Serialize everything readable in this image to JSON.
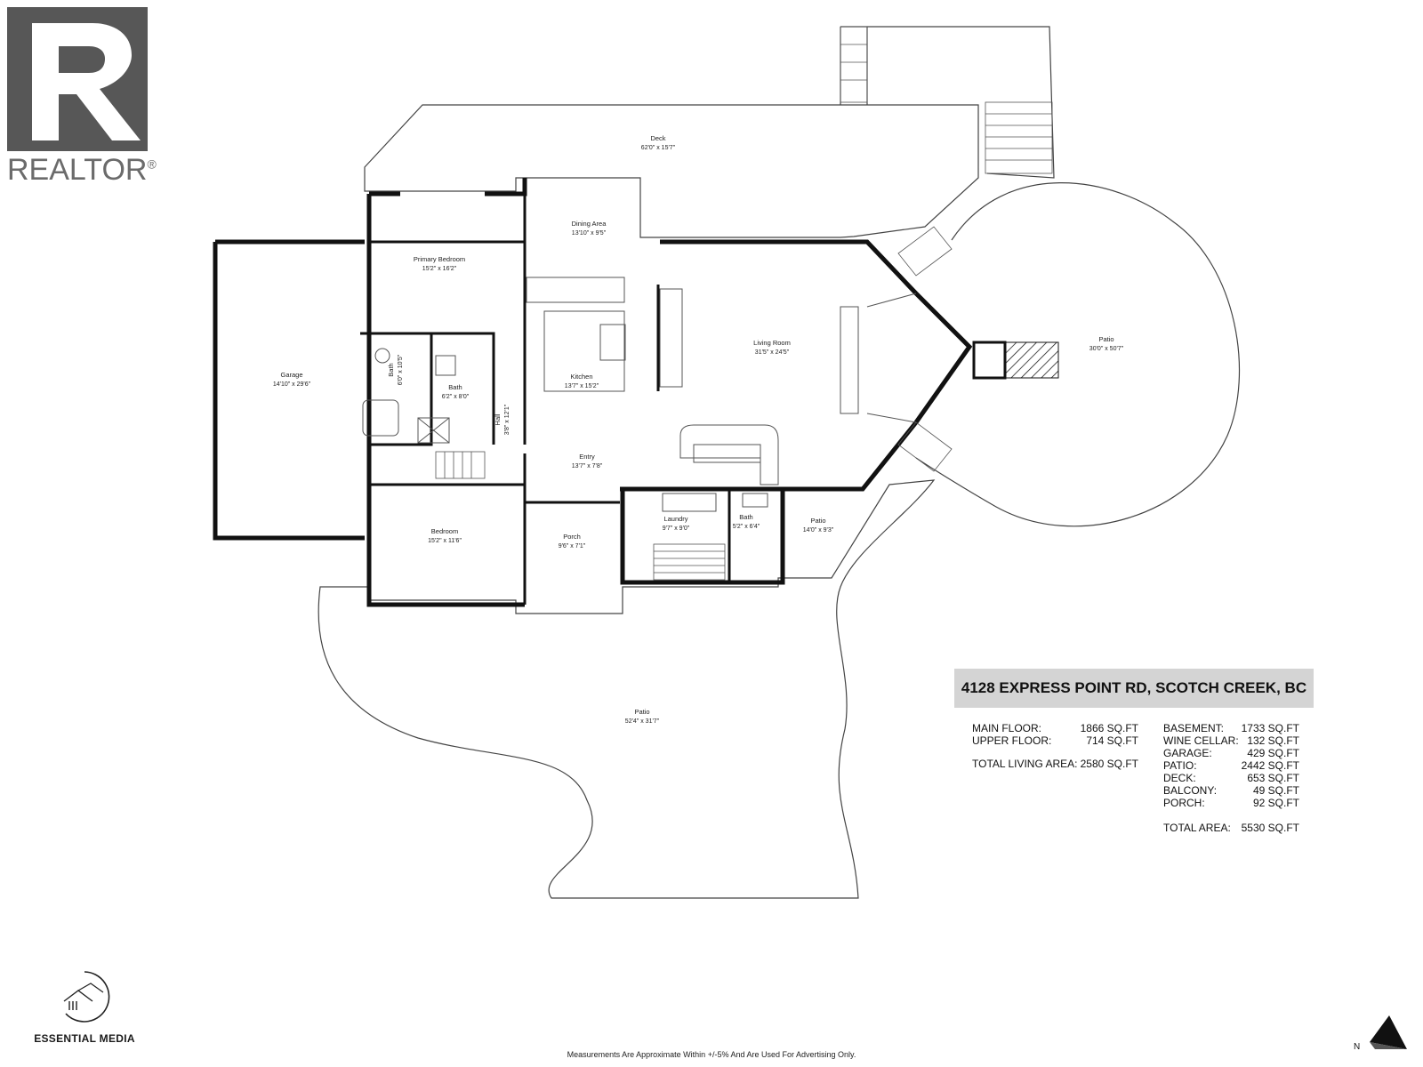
{
  "logo": {
    "name": "REALTOR",
    "mark": "®",
    "letter": "R"
  },
  "address": "4128 EXPRESS POINT RD, SCOTCH CREEK, BC",
  "areas_left": [
    {
      "label": "MAIN FLOOR:",
      "value": "1866 SQ.FT"
    },
    {
      "label": "UPPER FLOOR:",
      "value": "714 SQ.FT"
    },
    {
      "label": "TOTAL LIVING AREA:",
      "value": "2580 SQ.FT"
    }
  ],
  "areas_right": [
    {
      "label": "BASEMENT:",
      "value": "1733 SQ.FT"
    },
    {
      "label": "WINE CELLAR:",
      "value": "132 SQ.FT"
    },
    {
      "label": "GARAGE:",
      "value": "429 SQ.FT"
    },
    {
      "label": "PATIO:",
      "value": "2442 SQ.FT"
    },
    {
      "label": "DECK:",
      "value": "653 SQ.FT"
    },
    {
      "label": "BALCONY:",
      "value": "49 SQ.FT"
    },
    {
      "label": "PORCH:",
      "value": "92 SQ.FT"
    },
    {
      "label": "TOTAL AREA:",
      "value": "5530 SQ.FT"
    }
  ],
  "rooms": {
    "deck": {
      "name": "Deck",
      "dim": "62'0\" x 15'7\""
    },
    "dining": {
      "name": "Dining Area",
      "dim": "13'10\" x 9'5\""
    },
    "primary": {
      "name": "Primary Bedroom",
      "dim": "15'2\" x 16'2\""
    },
    "garage": {
      "name": "Garage",
      "dim": "14'10\" x 29'6\""
    },
    "bath1": {
      "name": "Bath",
      "dim": "6'0\" x 10'5\""
    },
    "bath2": {
      "name": "Bath",
      "dim": "6'2\" x 8'0\""
    },
    "hall": {
      "name": "Hall",
      "dim": "3'8\" x 12'1\""
    },
    "kitchen": {
      "name": "Kitchen",
      "dim": "13'7\" x 15'2\""
    },
    "living": {
      "name": "Living Room",
      "dim": "31'5\" x 24'5\""
    },
    "patio_round": {
      "name": "Patio",
      "dim": "30'0\" x 50'7\""
    },
    "entry": {
      "name": "Entry",
      "dim": "13'7\" x 7'8\""
    },
    "bedroom": {
      "name": "Bedroom",
      "dim": "15'2\" x 11'6\""
    },
    "porch": {
      "name": "Porch",
      "dim": "9'6\" x 7'1\""
    },
    "laundry": {
      "name": "Laundry",
      "dim": "9'7\" x 9'0\""
    },
    "bath3": {
      "name": "Bath",
      "dim": "5'2\" x 6'4\""
    },
    "patio_small": {
      "name": "Patio",
      "dim": "14'0\" x 9'3\""
    },
    "patio_big": {
      "name": "Patio",
      "dim": "52'4\" x 31'7\""
    }
  },
  "brand": "ESSENTIAL MEDIA",
  "north": "N",
  "disclaimer": "Measurements Are Approximate Within +/-5% And Are Used For Advertising Only.",
  "colors": {
    "wall": "#111111",
    "outline": "#444444",
    "address_bg": "#d4d4d4",
    "realtor_gray": "#555555"
  }
}
